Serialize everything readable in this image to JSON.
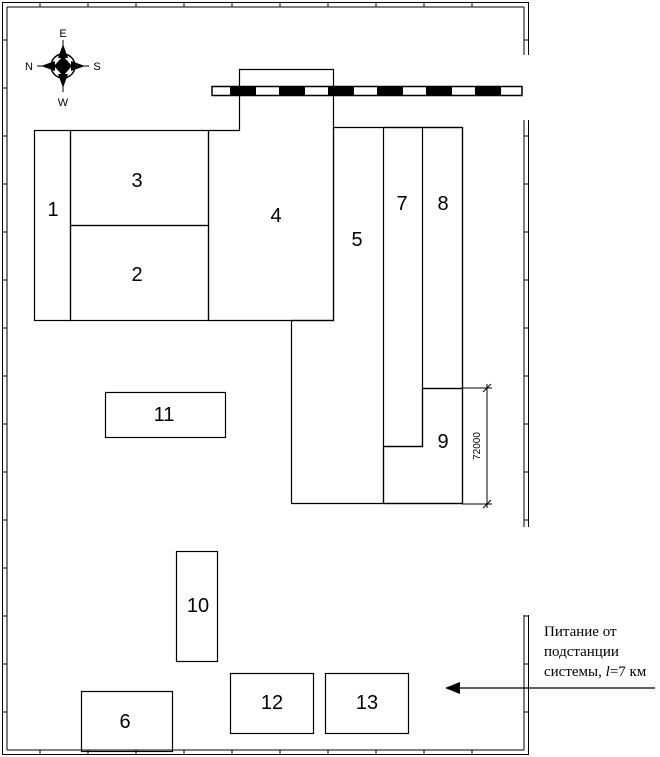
{
  "compass": {
    "north": "N",
    "south": "S",
    "east": "E",
    "west": "W"
  },
  "buildings": {
    "b1": "1",
    "b2": "2",
    "b3": "3",
    "b4": "4",
    "b5": "5",
    "b6": "6",
    "b7": "7",
    "b8": "8",
    "b9": "9",
    "b10": "10",
    "b11": "11",
    "b12": "12",
    "b13": "13"
  },
  "dimension": "72000",
  "power_note": {
    "line1": "Питание от",
    "line2": "подстанции",
    "line3_prefix": "системы, ",
    "line3_var": "l",
    "line3_suffix": "=7 км"
  }
}
